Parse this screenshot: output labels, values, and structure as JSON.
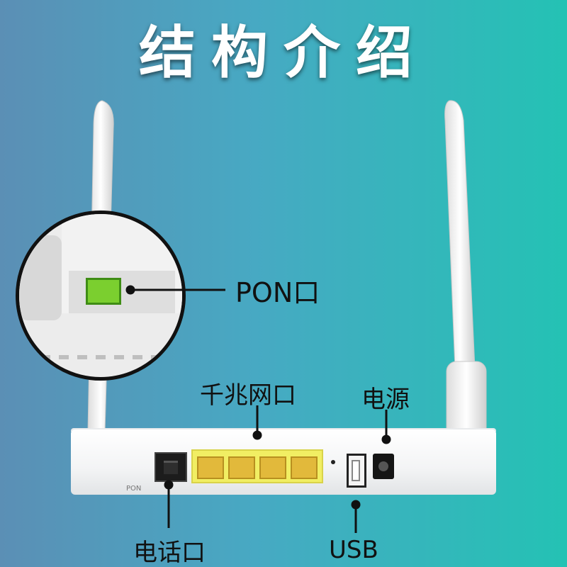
{
  "title": "结构介绍",
  "callouts": {
    "pon": "PON口",
    "lan": "千兆网口",
    "power": "电源",
    "phone": "电话口",
    "usb": "USB"
  },
  "device_port_text": "PON",
  "colors": {
    "background_left": "#5b8fb5",
    "background_right": "#24c2b4",
    "title": "#ffffff",
    "lan_block": "#f1ee63",
    "pon_port": "#7bcf2f"
  }
}
